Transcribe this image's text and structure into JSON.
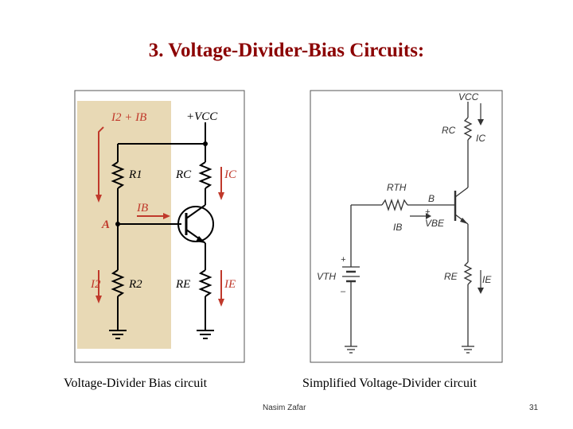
{
  "title": "3. Voltage-Divider-Bias Circuits:",
  "colors": {
    "title": "#8b0000",
    "circuit_label_red": "#c0392b",
    "shaded_region": "#e8d9b5"
  },
  "left_circuit": {
    "caption": "Voltage-Divider Bias circuit",
    "labels": {
      "i2_plus_ib": "I2 + IB",
      "vcc": "+VCC",
      "r1": "R1",
      "rc": "RC",
      "ic": "IC",
      "ib": "IB",
      "node_a": "A",
      "i2": "I2",
      "r2": "R2",
      "re": "RE",
      "ie": "IE"
    }
  },
  "right_circuit": {
    "caption": "Simplified Voltage-Divider circuit",
    "labels": {
      "vcc": "VCC",
      "rc": "RC",
      "ic": "IC",
      "rth": "RTH",
      "b": "B",
      "plus": "+",
      "vbe": "VBE",
      "ib": "IB",
      "vth": "VTH",
      "re": "RE",
      "ie": "IE"
    }
  },
  "footer": {
    "author": "Nasim Zafar",
    "page_number": "31"
  }
}
